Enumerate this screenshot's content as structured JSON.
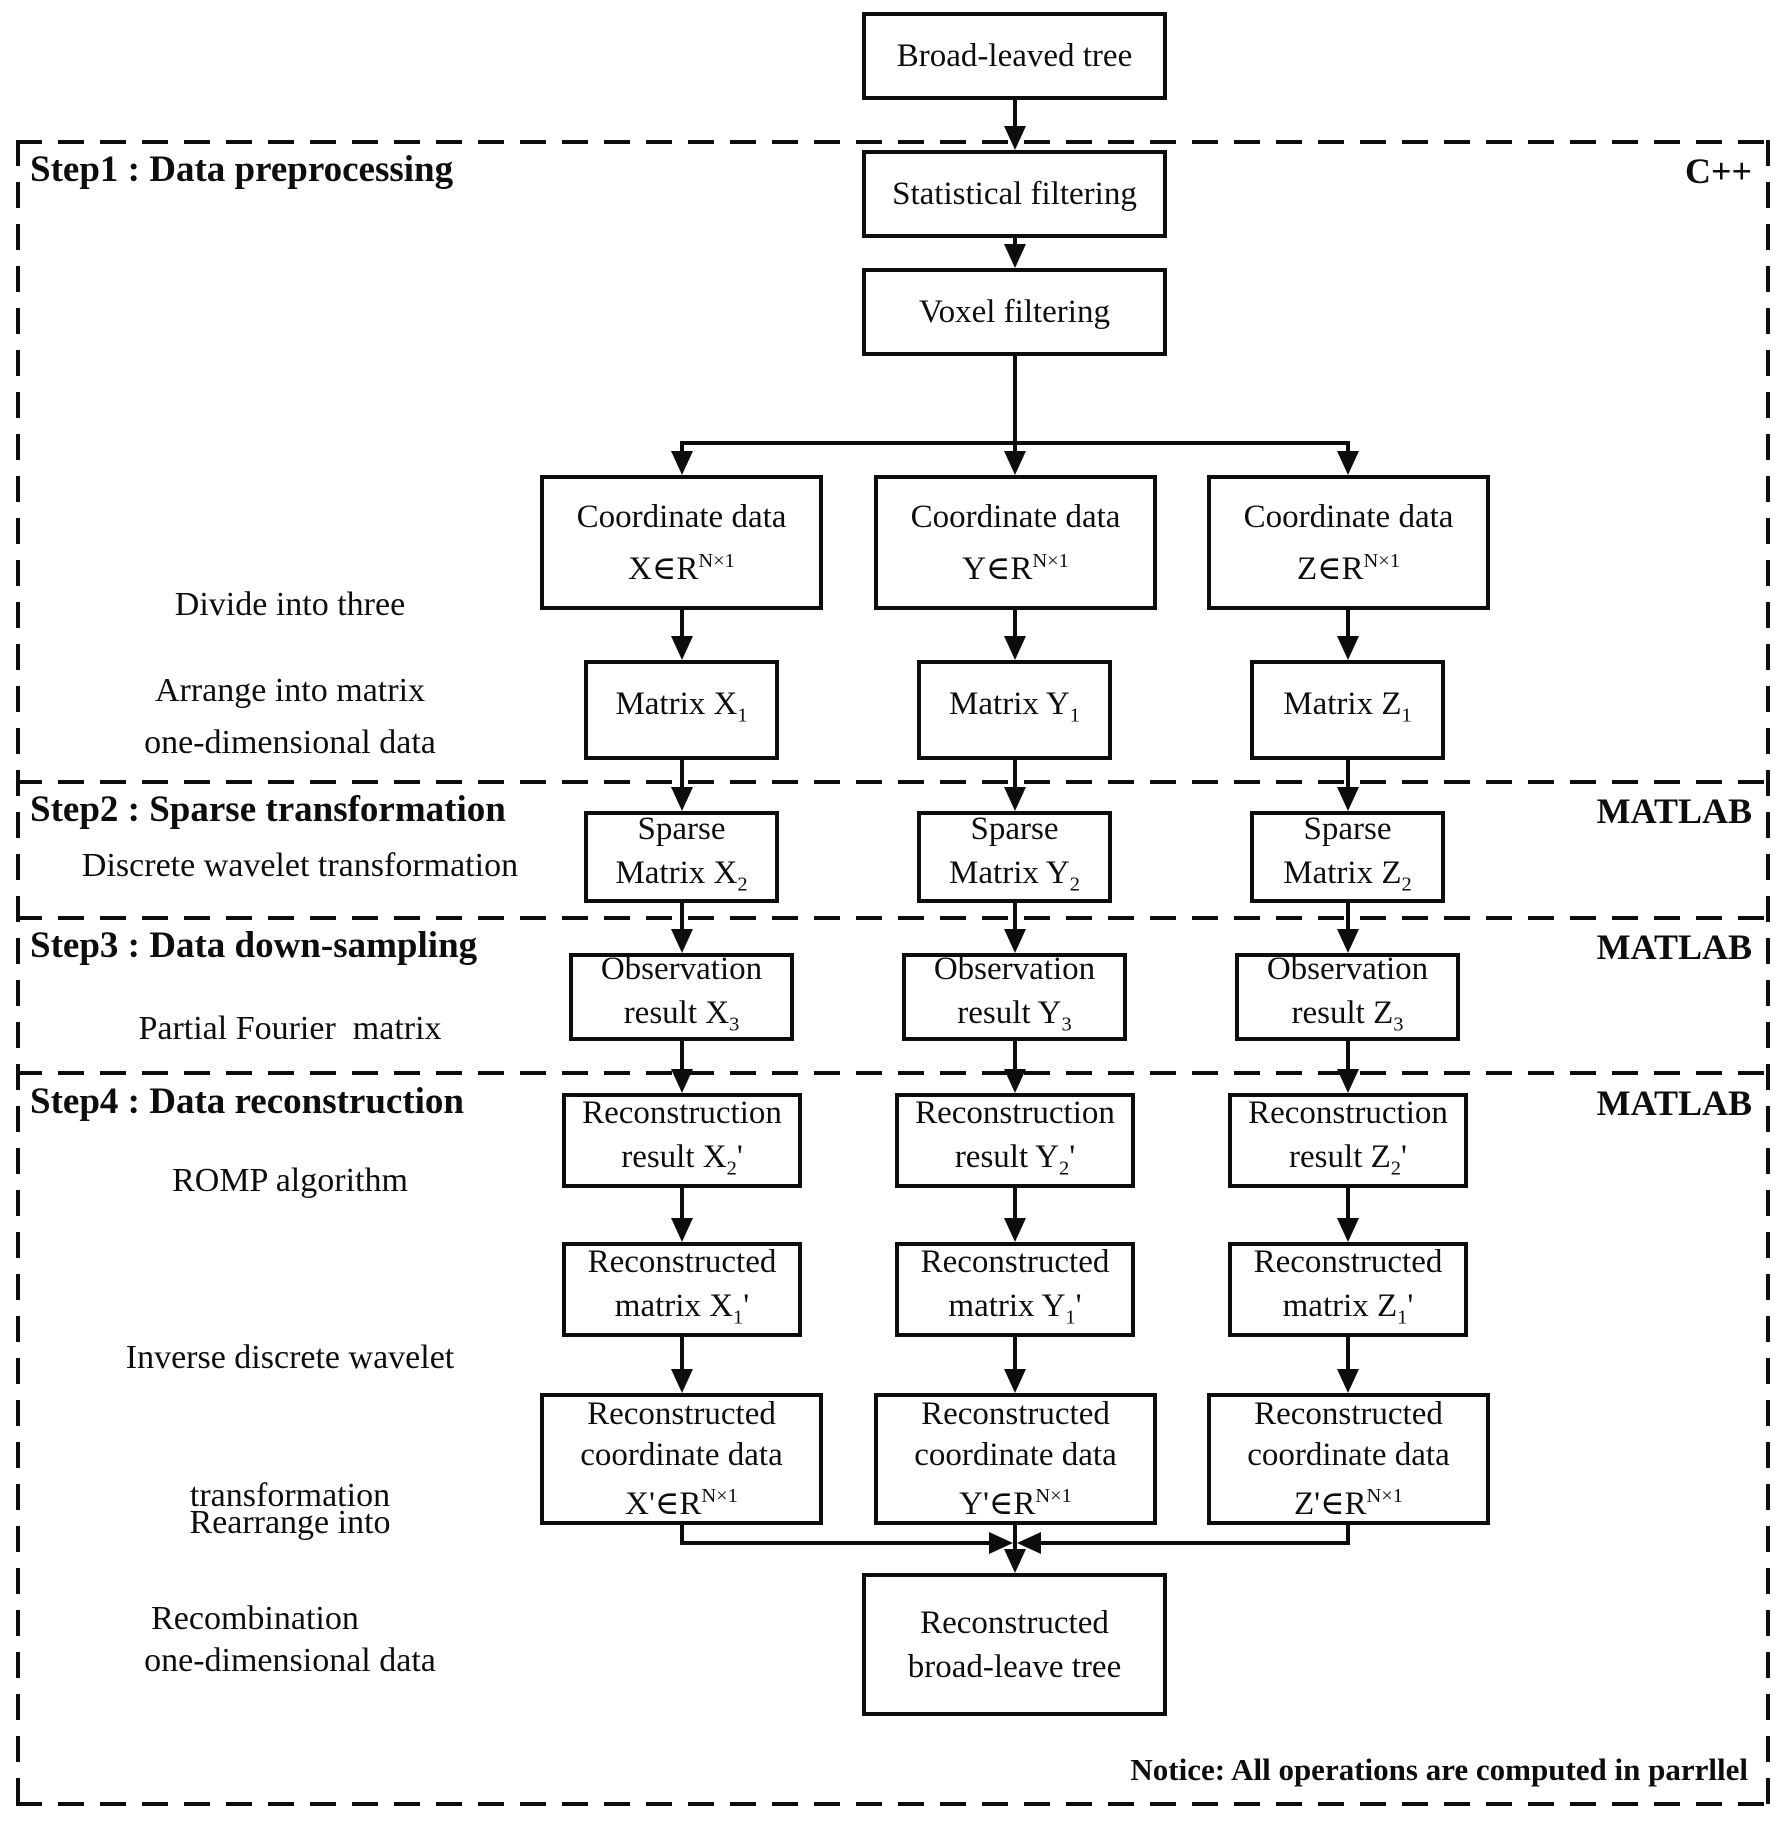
{
  "colors": {
    "line": "#0d0d0d",
    "background": "#ffffff"
  },
  "top_chain": {
    "root": "Broad-leaved tree",
    "filter1": "Statistical filtering",
    "filter2": "Voxel filtering"
  },
  "steps": [
    {
      "label": "Step1 : Data preprocessing",
      "lang": "C++"
    },
    {
      "label": "Step2 : Sparse transformation",
      "lang": "MATLAB"
    },
    {
      "label": "Step3 : Data down-sampling",
      "lang": "MATLAB"
    },
    {
      "label": "Step4 : Data reconstruction",
      "lang": "MATLAB"
    }
  ],
  "side_labels": {
    "divide": [
      "Divide into three",
      "one-dimensional data"
    ],
    "arrange": "Arrange into matrix",
    "dwt": "Discrete wavelet transformation",
    "fourier": "Partial Fourier  matrix",
    "romp": "ROMP algorithm",
    "idwt": [
      "Inverse discrete wavelet",
      "transformation"
    ],
    "rearrange": [
      "Rearrange into",
      "one-dimensional data"
    ],
    "recombination": "Recombination"
  },
  "columns": [
    {
      "axis": "X",
      "coordinate": {
        "line1": "Coordinate data",
        "base": "X∈R",
        "sup": "N×1"
      },
      "matrix": {
        "pre": "Matrix X",
        "sub": "1"
      },
      "sparse": {
        "line1": "Sparse",
        "pre": "Matrix X",
        "sub": "2"
      },
      "observation": {
        "line1": "Observation",
        "pre": "result X",
        "sub": "3"
      },
      "reconstruction": {
        "line1": "Reconstruction",
        "pre": "result X",
        "sub": "2",
        "post": "'"
      },
      "rec_matrix": {
        "line1": "Reconstructed",
        "pre": "matrix X",
        "sub": "1",
        "post": "'"
      },
      "rec_coord": {
        "line1": "Reconstructed",
        "line2": "coordinate data",
        "base": "X'∈R",
        "sup": "N×1"
      }
    },
    {
      "axis": "Y",
      "coordinate": {
        "line1": "Coordinate data",
        "base": "Y∈R",
        "sup": "N×1"
      },
      "matrix": {
        "pre": "Matrix Y",
        "sub": "1"
      },
      "sparse": {
        "line1": "Sparse",
        "pre": "Matrix Y",
        "sub": "2"
      },
      "observation": {
        "line1": "Observation",
        "pre": "result Y",
        "sub": "3"
      },
      "reconstruction": {
        "line1": "Reconstruction",
        "pre": "result Y",
        "sub": "2",
        "post": "'"
      },
      "rec_matrix": {
        "line1": "Reconstructed",
        "pre": "matrix Y",
        "sub": "1",
        "post": "'"
      },
      "rec_coord": {
        "line1": "Reconstructed",
        "line2": "coordinate data",
        "base": "Y'∈R",
        "sup": "N×1"
      }
    },
    {
      "axis": "Z",
      "coordinate": {
        "line1": "Coordinate data",
        "base": "Z∈R",
        "sup": "N×1"
      },
      "matrix": {
        "pre": "Matrix Z",
        "sub": "1"
      },
      "sparse": {
        "line1": "Sparse",
        "pre": "Matrix Z",
        "sub": "2"
      },
      "observation": {
        "line1": "Observation",
        "pre": "result Z",
        "sub": "3"
      },
      "reconstruction": {
        "line1": "Reconstruction",
        "pre": "result Z",
        "sub": "2",
        "post": "'"
      },
      "rec_matrix": {
        "line1": "Reconstructed",
        "pre": "matrix Z",
        "sub": "1",
        "post": "'"
      },
      "rec_coord": {
        "line1": "Reconstructed",
        "line2": "coordinate data",
        "base": "Z'∈R",
        "sup": "N×1"
      }
    }
  ],
  "final_box": [
    "Reconstructed",
    "broad-leave tree"
  ],
  "notice": "Notice: All operations are computed in parrllel"
}
